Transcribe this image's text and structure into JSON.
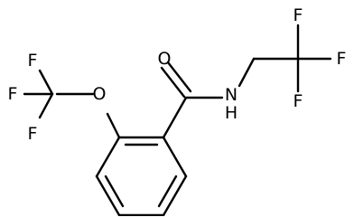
{
  "molecule": {
    "atoms": {
      "oxygen_ether": "O",
      "oxygen_carbonyl": "O",
      "nitrogen_amide": "N",
      "hydrogen_amide": "H",
      "cf3_left": {
        "f1": "F",
        "f2": "F",
        "f3": "F"
      },
      "cf3_right": {
        "f1": "F",
        "f2": "F",
        "f3": "F"
      }
    },
    "bond_color": "#000000",
    "label_color": "#000000",
    "background": "#ffffff"
  }
}
